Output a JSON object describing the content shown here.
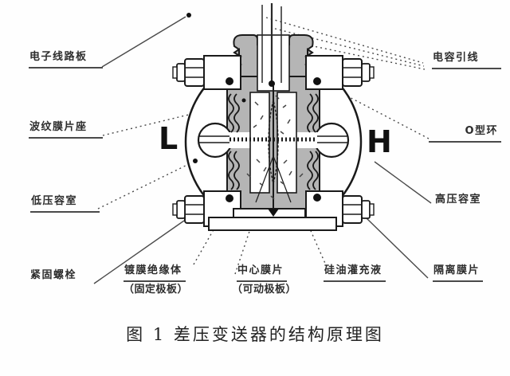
{
  "figure": {
    "caption": "图 1 差压变送器的结构原理图",
    "ports": {
      "low": "L",
      "high": "H"
    },
    "labels": {
      "circuit_board": "电子线路板",
      "diaphragm_seat": "波纹膜片座",
      "low_pressure_chamber": "低压容室",
      "fastening_bolt": "紧固螺栓",
      "coated_insulator": "镀膜绝缘体",
      "coated_insulator_sub": "（固定极板）",
      "center_diaphragm": "中心膜片",
      "center_diaphragm_sub": "（可动极板）",
      "silicone_oil": "硅油灌充液",
      "isolation_diaphragm": "隔离膜片",
      "capacitor_leads": "电容引线",
      "o_ring": "O型环",
      "high_pressure_chamber": "高压容室"
    },
    "colors": {
      "line": "#1a1a1a",
      "body_fill_gray": "#b5b5b5",
      "leader_line": "#4a4a4a",
      "background": "#fefefe"
    }
  }
}
